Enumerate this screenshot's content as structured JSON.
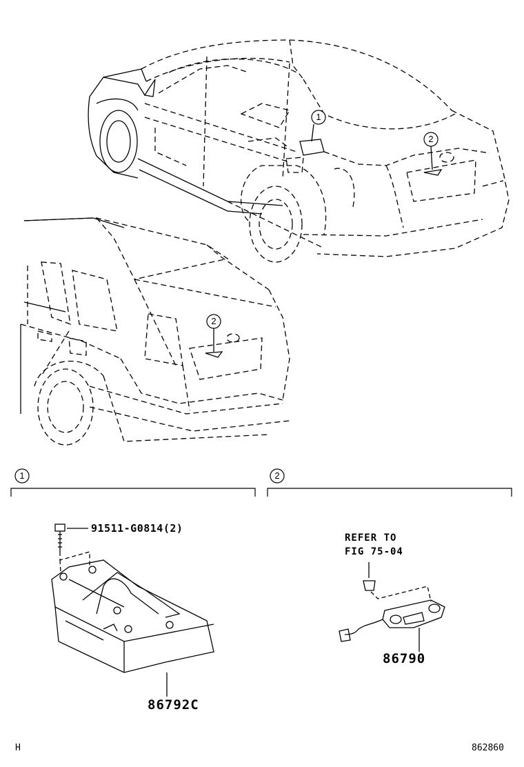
{
  "callouts": {
    "sedan_1": "1",
    "sedan_2": "2",
    "wagon_2": "2",
    "section_1": "1",
    "section_2": "2"
  },
  "parts": {
    "bolt": "91511-G0814(2)",
    "bracket": "86792C",
    "camera": "86790"
  },
  "note": {
    "line1": "REFER TO",
    "line2": "FIG 75-04"
  },
  "footer": {
    "left": "H",
    "right": "862860"
  }
}
